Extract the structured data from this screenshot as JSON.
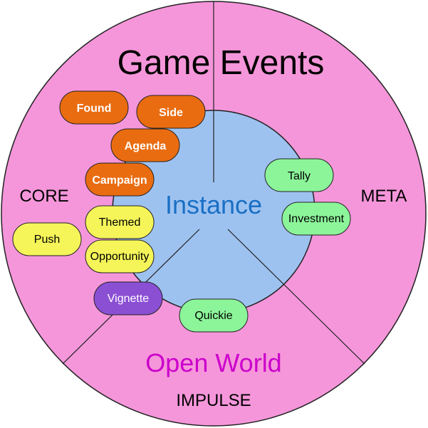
{
  "diagram": {
    "title": "Game Events",
    "center_label": "Instance",
    "sector_labels": {
      "left": "CORE",
      "right": "META",
      "bottom_colored": "Open World",
      "bottom": "IMPULSE"
    },
    "pills": {
      "found": "Found",
      "side": "Side",
      "agenda": "Agenda",
      "campaign": "Campaign",
      "themed": "Themed",
      "push": "Push",
      "opportunity": "Opportunity",
      "vignette": "Vignette",
      "quickie": "Quickie",
      "tally": "Tally",
      "investment": "Investment"
    },
    "colors": {
      "outer_fill": "#f596da",
      "inner_fill": "#9ec2f0",
      "orange": "#ea6c10",
      "yellow": "#f5f55a",
      "green": "#8cf59a",
      "purple": "#8b4fd4",
      "instance_text": "#1a6fc4",
      "open_world_text": "#cc00cc"
    }
  }
}
